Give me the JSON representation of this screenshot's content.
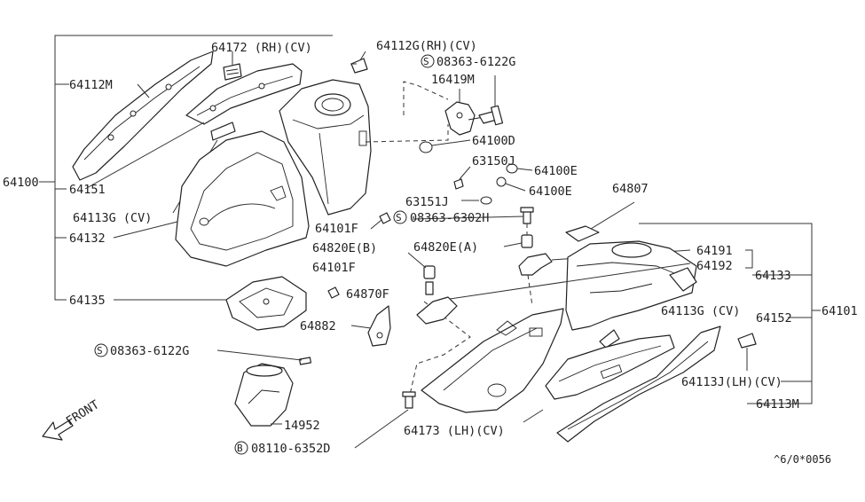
{
  "labels": {
    "p64172": "64172 (RH)(CV)",
    "p64112g": "64112G(RH)(CV)",
    "s1": "08363-6122G",
    "p16419m": "16419M",
    "p64112m": "64112M",
    "p64100d": "64100D",
    "p63150j": "63150J",
    "p64100e1": "64100E",
    "p64100e2": "64100E",
    "p64100": "64100",
    "p64151": "64151",
    "p64113g_cv": "64113G (CV)",
    "p63151j": "63151J",
    "p64807": "64807",
    "p64101f1": "64101F",
    "s2": "08363-6302H",
    "p64132": "64132",
    "p64820eb": "64820E(B)",
    "p64820ea": "64820E(A)",
    "p64191": "64191",
    "p64101f2": "64101F",
    "p64192": "64192",
    "p64133": "64133",
    "p64135": "64135",
    "p64870f": "64870F",
    "p64101": "64101",
    "p64113g2": "64113G (CV)",
    "p64152": "64152",
    "p64882": "64882",
    "s3": "08363-6122G",
    "p64113j": "64113J(LH)(CV)",
    "p64113m": "64113M",
    "p14952": "14952",
    "p64173": "64173 (LH)(CV)",
    "b1": "08110-6352D",
    "front": "FRONT",
    "code": "^6/0*0056"
  },
  "symbols": {
    "s_symbol": "S",
    "b_symbol": "B"
  }
}
